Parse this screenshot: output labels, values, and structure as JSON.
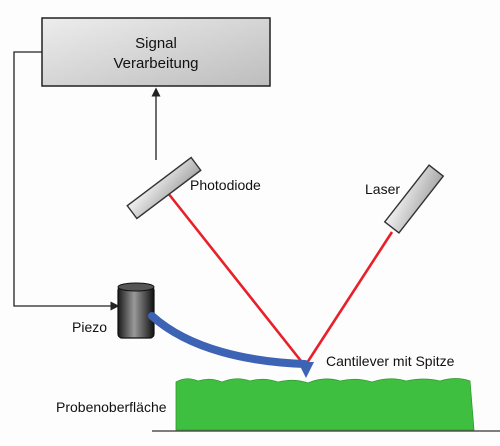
{
  "signal_box": {
    "line1": "Signal",
    "line2": "Verarbeitung"
  },
  "labels": {
    "photodiode": "Photodiode",
    "laser": "Laser",
    "piezo": "Piezo",
    "cantilever": "Cantilever mit Spitze",
    "sample": "Probenoberfläche"
  },
  "colors": {
    "laser_beam": "#e8202a",
    "cantilever": "#3d63b5",
    "sample_surface": "#3fbf3f",
    "box_fill": "#c9c9c9"
  }
}
